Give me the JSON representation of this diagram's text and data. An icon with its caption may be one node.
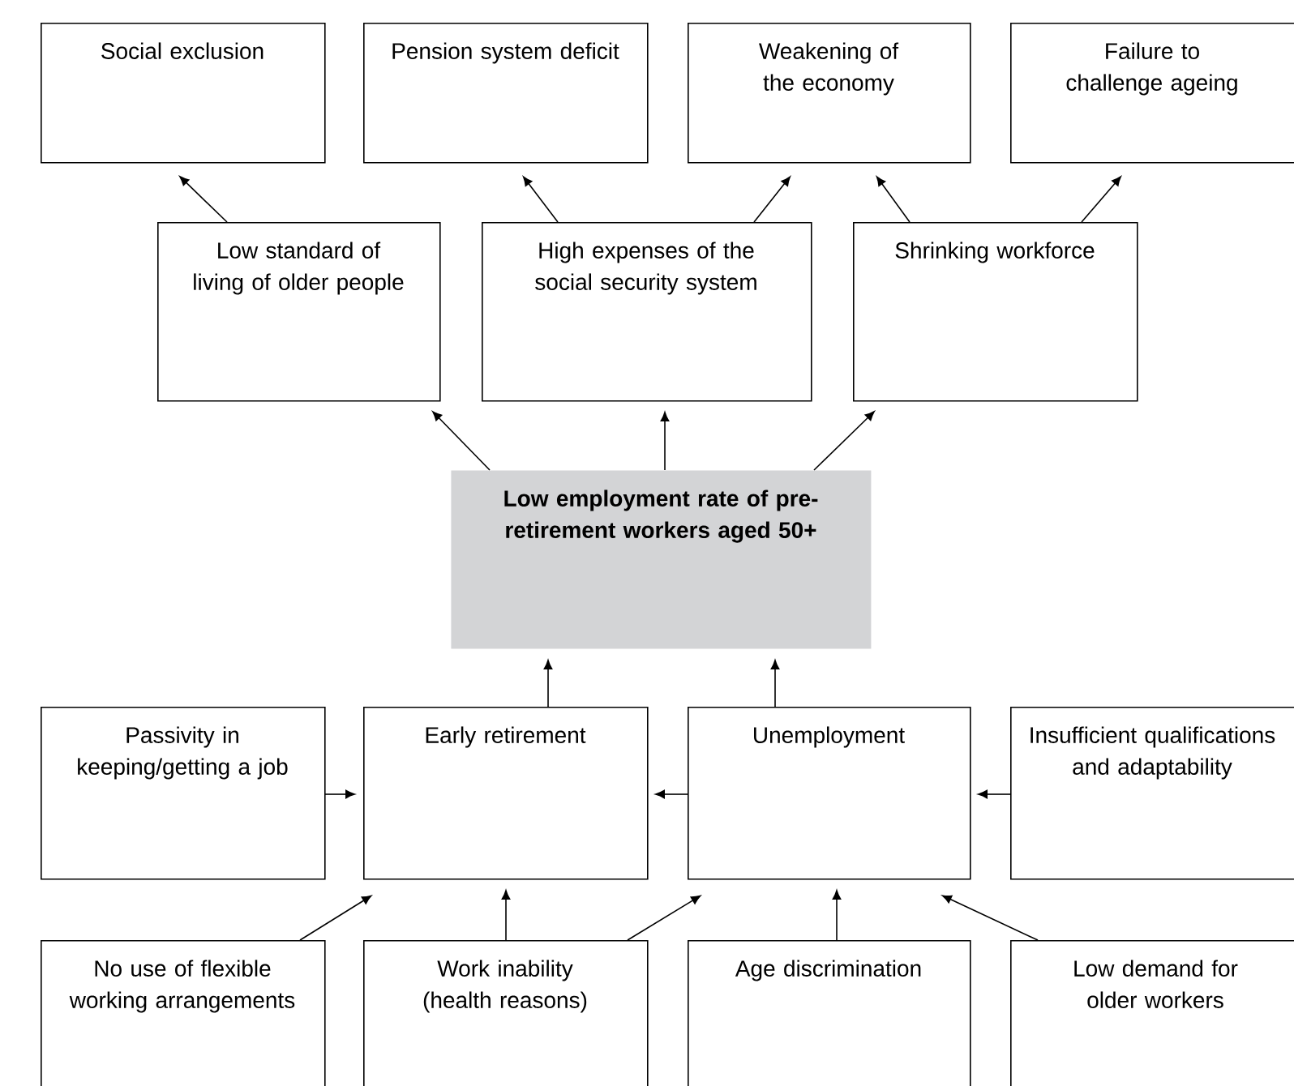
{
  "diagram": {
    "nodes": [
      {
        "text": [
          "Social exclusion"
        ]
      },
      {
        "text": [
          "Pension system deficit"
        ]
      },
      {
        "text": [
          "Weakening of the economy"
        ]
      },
      {
        "text": [
          "Failure to challenge ageing"
        ]
      },
      {
        "text": [
          "Low standard of living of older people"
        ]
      },
      {
        "text": [
          "High expenses of the social security system"
        ]
      },
      {
        "text": [
          "Shrinking workforce"
        ]
      },
      {
        "text": [
          "Low employment rate of pre-retirement workers aged 50+"
        ]
      },
      {
        "text": [
          "Passivity in keeping/getting a job"
        ]
      },
      {
        "text": [
          "Early retirement"
        ]
      },
      {
        "text": [
          "Unemployment"
        ]
      },
      {
        "text": [
          "Insufficient qualifications and adaptability"
        ]
      },
      {
        "text": [
          "No use of flexible working arrangements"
        ]
      },
      {
        "text": [
          "Work inability (health reasons)"
        ]
      },
      {
        "text": [
          "Age discrimination"
        ]
      },
      {
        "text": [
          "Low demand for older workers"
        ]
      }
    ],
    "edges": [
      {
        "from": 4,
        "to": 0,
        "arrow": "to"
      },
      {
        "from": 5,
        "to": 1,
        "arrow": "to"
      },
      {
        "from": 5,
        "to": 2,
        "arrow": "to"
      },
      {
        "from": 6,
        "to": 2,
        "arrow": "to"
      },
      {
        "from": 6,
        "to": 3,
        "arrow": "to"
      },
      {
        "from": 7,
        "to": 4,
        "arrow": "to"
      },
      {
        "from": 7,
        "to": 5,
        "arrow": "to"
      },
      {
        "from": 7,
        "to": 6,
        "arrow": "to"
      },
      {
        "from": 9,
        "to": 7,
        "arrow": "to"
      },
      {
        "from": 10,
        "to": 7,
        "arrow": "to"
      },
      {
        "from": 8,
        "to": 9,
        "arrow": "to"
      },
      {
        "from": 10,
        "to": 9,
        "arrow": "to"
      },
      {
        "from": 11,
        "to": 10,
        "arrow": "to"
      },
      {
        "from": 12,
        "to": 9,
        "arrow": "to"
      },
      {
        "from": 13,
        "to": 9,
        "arrow": "to"
      },
      {
        "from": 13,
        "to": 10,
        "arrow": "to"
      },
      {
        "from": 14,
        "to": 10,
        "arrow": "to"
      },
      {
        "from": 15,
        "to": 10,
        "arrow": "to"
      }
    ]
  }
}
